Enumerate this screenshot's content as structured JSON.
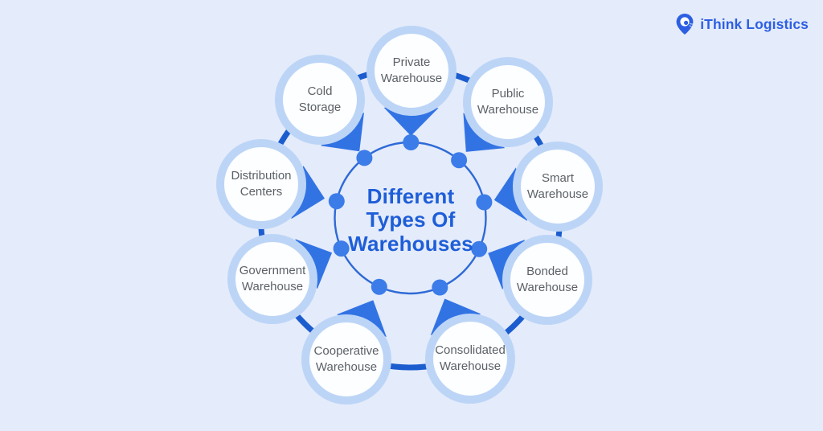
{
  "brand": {
    "name": "iThink Logistics",
    "icon": "location-pin-icon"
  },
  "center": {
    "title": "Different\nTypes Of\nWarehouses"
  },
  "nodes": [
    {
      "label": "Private\nWarehouse"
    },
    {
      "label": "Public\nWarehouse"
    },
    {
      "label": "Smart\nWarehouse"
    },
    {
      "label": "Bonded\nWarehouse"
    },
    {
      "label": "Consolidated\nWarehouse"
    },
    {
      "label": "Cooperative\nWarehouse"
    },
    {
      "label": "Government\nWarehouse"
    },
    {
      "label": "Distribution\nCenters"
    },
    {
      "label": "Cold\nStorage"
    }
  ],
  "colors": {
    "background": "#e4ebfa",
    "ring_arc": "#1b5ccf",
    "ring_dot": "#3b7ce8",
    "inner_circle": "#2e6ad6",
    "pointer_triangle": "#3273e4",
    "node_ring": "#bcd5f7",
    "node_fill": "#fdfeff",
    "title_text": "#1e5ed8",
    "label_text": "#5c6167",
    "brand_text": "#2d5fe3"
  }
}
